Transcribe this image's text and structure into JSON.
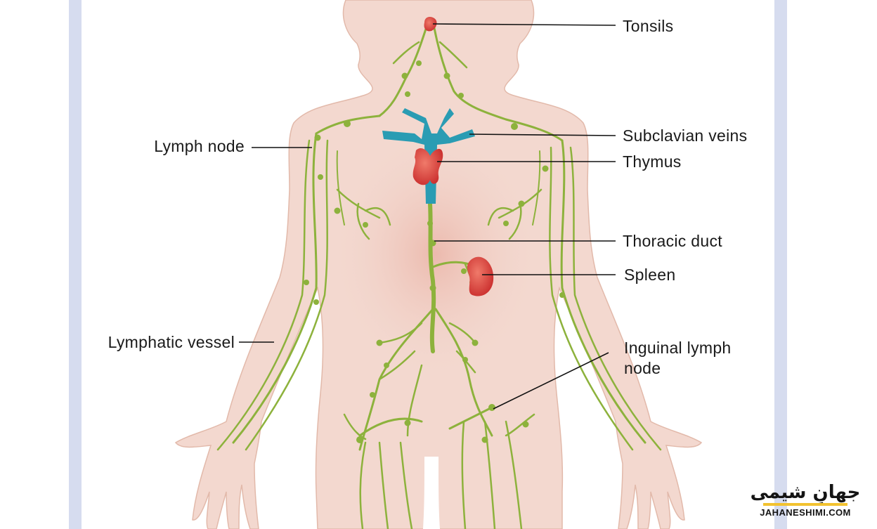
{
  "labels": {
    "tonsils": "Tonsils",
    "subclavian_veins": "Subclavian veins",
    "thymus": "Thymus",
    "thoracic_duct": "Thoracic duct",
    "spleen": "Spleen",
    "inguinal_line1": "Inguinal lymph",
    "inguinal_line2": "node",
    "lymph_node": "Lymph node",
    "lymphatic_vessel": "Lymphatic vessel"
  },
  "watermark": {
    "main": "جهانِ شیمی",
    "sub": "JAHANESHIMI.COM"
  },
  "colors": {
    "skin": "#f3d8cf",
    "skin_outline": "#e2b9aa",
    "lymph": "#8db23c",
    "organ_red": "#d63a3a",
    "vein_teal": "#2a9cb3",
    "side_band": "#d6dcef"
  }
}
